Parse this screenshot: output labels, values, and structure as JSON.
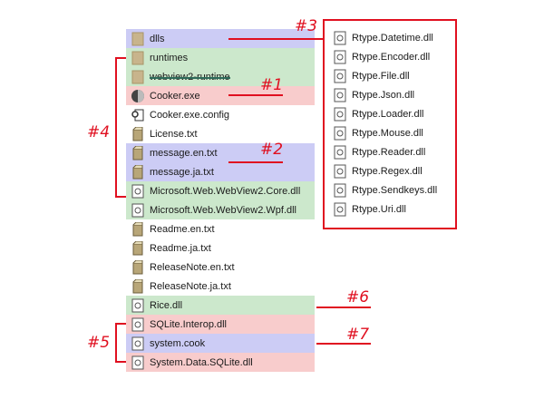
{
  "files": [
    {
      "label": "dlls",
      "icon": "folder-icon",
      "bg": "blue",
      "strike": false
    },
    {
      "label": "runtimes",
      "icon": "folder-icon",
      "bg": "green",
      "strike": false
    },
    {
      "label": "webview2-runtime",
      "icon": "folder-icon",
      "bg": "green",
      "strike": true
    },
    {
      "label": "Cooker.exe",
      "icon": "app-icon",
      "bg": "red",
      "strike": false
    },
    {
      "label": "Cooker.exe.config",
      "icon": "config-file-icon",
      "bg": "none",
      "strike": false
    },
    {
      "label": "License.txt",
      "icon": "text-file-icon",
      "bg": "none",
      "strike": false
    },
    {
      "label": "message.en.txt",
      "icon": "text-file-icon",
      "bg": "blue",
      "strike": false
    },
    {
      "label": "message.ja.txt",
      "icon": "text-file-icon",
      "bg": "blue",
      "strike": false
    },
    {
      "label": "Microsoft.Web.WebView2.Core.dll",
      "icon": "dll-file-icon",
      "bg": "green",
      "strike": false
    },
    {
      "label": "Microsoft.Web.WebView2.Wpf.dll",
      "icon": "dll-file-icon",
      "bg": "green",
      "strike": false
    },
    {
      "label": "Readme.en.txt",
      "icon": "text-file-icon",
      "bg": "none",
      "strike": false
    },
    {
      "label": "Readme.ja.txt",
      "icon": "text-file-icon",
      "bg": "none",
      "strike": false
    },
    {
      "label": "ReleaseNote.en.txt",
      "icon": "text-file-icon",
      "bg": "none",
      "strike": false
    },
    {
      "label": "ReleaseNote.ja.txt",
      "icon": "text-file-icon",
      "bg": "none",
      "strike": false
    },
    {
      "label": "Rice.dll",
      "icon": "dll-file-icon",
      "bg": "green",
      "strike": false
    },
    {
      "label": "SQLite.Interop.dll",
      "icon": "dll-file-icon",
      "bg": "red",
      "strike": false
    },
    {
      "label": "system.cook",
      "icon": "dll-file-icon",
      "bg": "blue",
      "strike": false
    },
    {
      "label": "System.Data.SQLite.dll",
      "icon": "dll-file-icon",
      "bg": "red",
      "strike": false
    }
  ],
  "dlls_contents": [
    "Rtype.Datetime.dll",
    "Rtype.Encoder.dll",
    "Rtype.File.dll",
    "Rtype.Json.dll",
    "Rtype.Loader.dll",
    "Rtype.Mouse.dll",
    "Rtype.Reader.dll",
    "Rtype.Regex.dll",
    "Rtype.Sendkeys.dll",
    "Rtype.Uri.dll"
  ],
  "annotations": {
    "n1": "#1",
    "n2": "#2",
    "n3": "#3",
    "n4": "#4",
    "n5": "#5",
    "n6": "#6",
    "n7": "#7"
  },
  "colors": {
    "blue": "#ccccf5",
    "green": "#cce8cc",
    "red": "#f8cccc",
    "accent": "#e01020"
  }
}
